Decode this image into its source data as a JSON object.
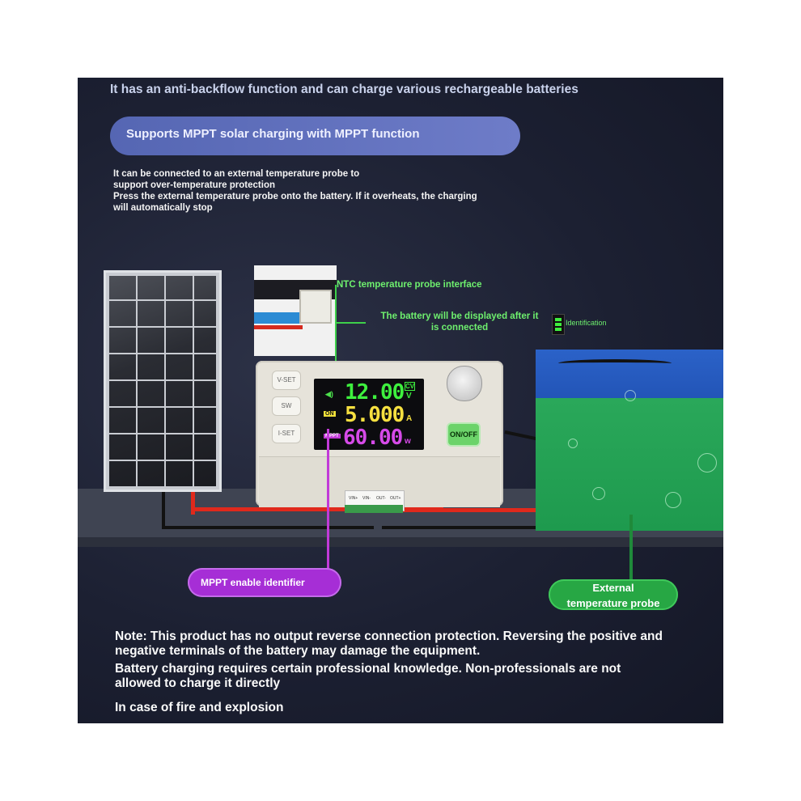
{
  "headline": "It has an anti-backflow function and can charge various rechargeable batteries",
  "mppt_banner": "Supports MPPT solar charging with MPPT function",
  "probe_notes": {
    "line1": "It can be connected to an external temperature probe to",
    "line2": "support over-temperature protection",
    "line3": "Press the external temperature probe onto the battery. If it overheats, the charging",
    "line4": "will automatically stop"
  },
  "callouts": {
    "ntc": "NTC temperature probe interface",
    "battery_line1": "The battery will be displayed after it",
    "battery_line2": "is connected",
    "identification": "Identification",
    "mppt_identifier": "MPPT enable identifier",
    "external_probe_line1": "External",
    "external_probe_line2": "temperature probe"
  },
  "device": {
    "btn_vset": "V-SET",
    "btn_sw": "SW",
    "btn_iset": "I-SET",
    "onoff": "ON/OFF",
    "screen": {
      "voltage": "12.00",
      "voltage_unit": "V",
      "mode": "CV",
      "current": "5.000",
      "current_unit": "A",
      "power": "60.00",
      "power_unit": "w",
      "on_badge": "ON",
      "mppt_badge": "MPPT"
    },
    "terminals": [
      "VIN+",
      "VIN-",
      "OUT-",
      "OUT+"
    ]
  },
  "notes": {
    "line1": "Note: This product has no output reverse connection protection. Reversing the positive and negative terminals of the battery may damage the equipment.",
    "line2": "Battery charging requires certain professional knowledge. Non-professionals are not allowed to charge it directly",
    "line3": "In case of fire and explosion"
  },
  "colors": {
    "background": "#1c2032",
    "mppt_pill": "#6371c0",
    "callout_green": "#6ef06e",
    "mppt_tag": "#a62ed6",
    "probe_tag": "#27a744",
    "wire_red": "#e0291c"
  }
}
